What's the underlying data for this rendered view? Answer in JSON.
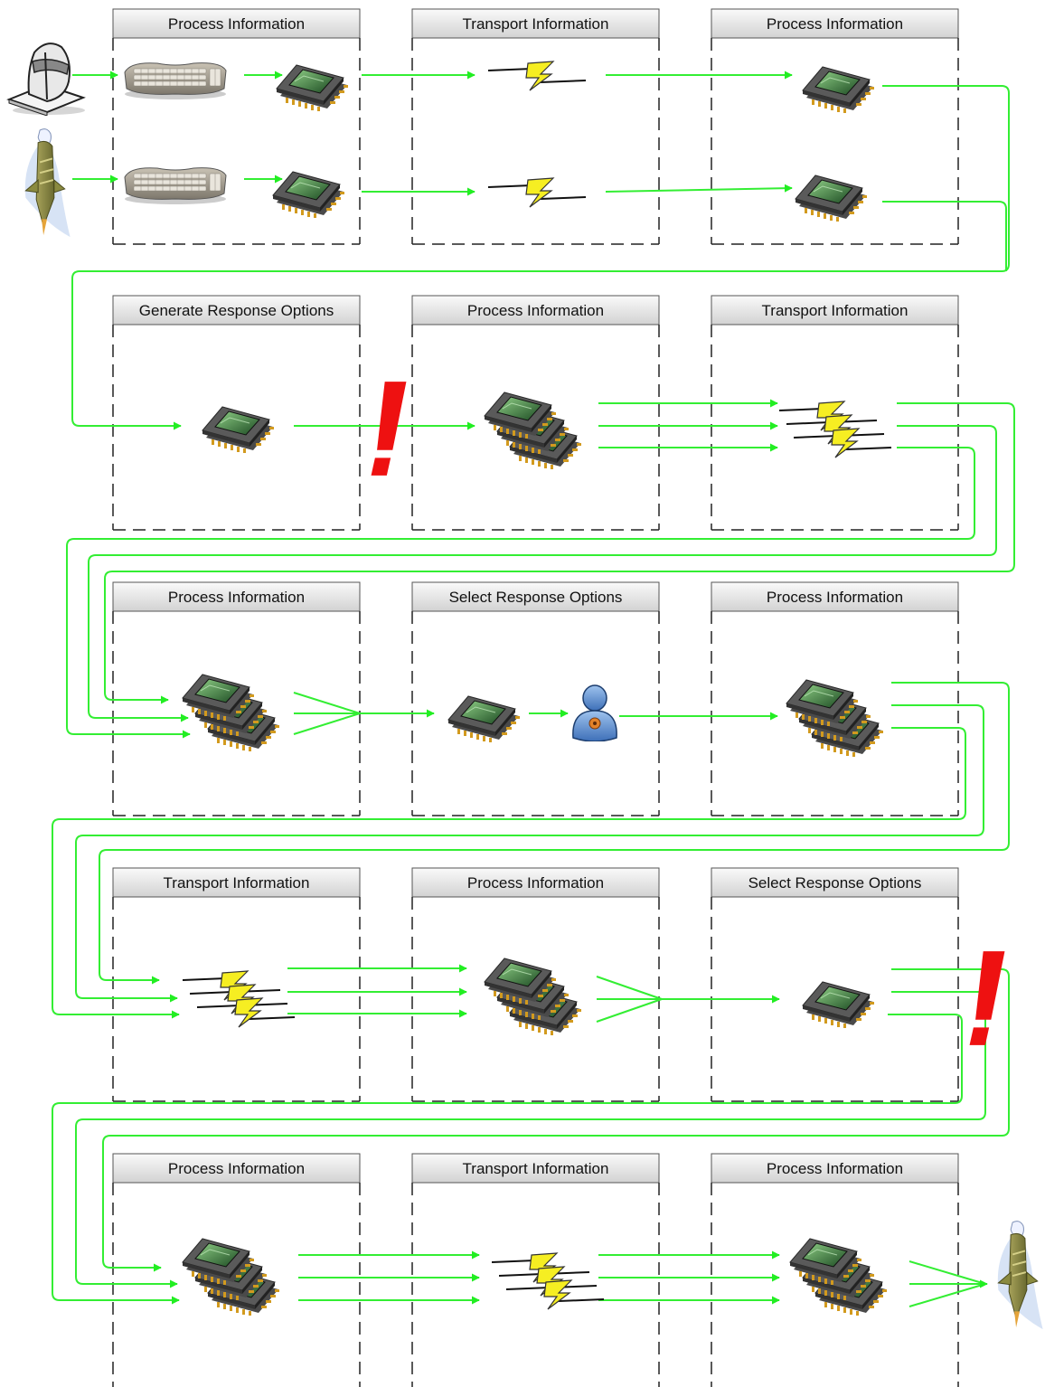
{
  "rows": [
    {
      "panels": [
        {
          "title": "Process Information"
        },
        {
          "title": "Transport Information"
        },
        {
          "title": "Process Information"
        }
      ]
    },
    {
      "panels": [
        {
          "title": "Generate Response Options"
        },
        {
          "title": "Process Information"
        },
        {
          "title": "Transport Information"
        }
      ]
    },
    {
      "panels": [
        {
          "title": "Process Information"
        },
        {
          "title": "Select Response Options"
        },
        {
          "title": "Process Information"
        }
      ]
    },
    {
      "panels": [
        {
          "title": "Transport Information"
        },
        {
          "title": "Process Information"
        },
        {
          "title": "Select Response Options"
        }
      ]
    },
    {
      "panels": [
        {
          "title": "Process Information"
        },
        {
          "title": "Transport Information"
        },
        {
          "title": "Process Information"
        }
      ]
    }
  ],
  "colors": {
    "flow": "#33ee33",
    "alert": "#ee1111",
    "lightning": "#f4ee22",
    "header_top": "#fafafa",
    "header_bottom": "#d4d4d4"
  },
  "icons": [
    "operator-terminal-icon",
    "rocket-icon",
    "keyboard-icon",
    "processor-chip-icon",
    "processor-stack-icon",
    "lightning-icon",
    "lightning-bundle-icon",
    "user-icon",
    "alert-icon"
  ]
}
